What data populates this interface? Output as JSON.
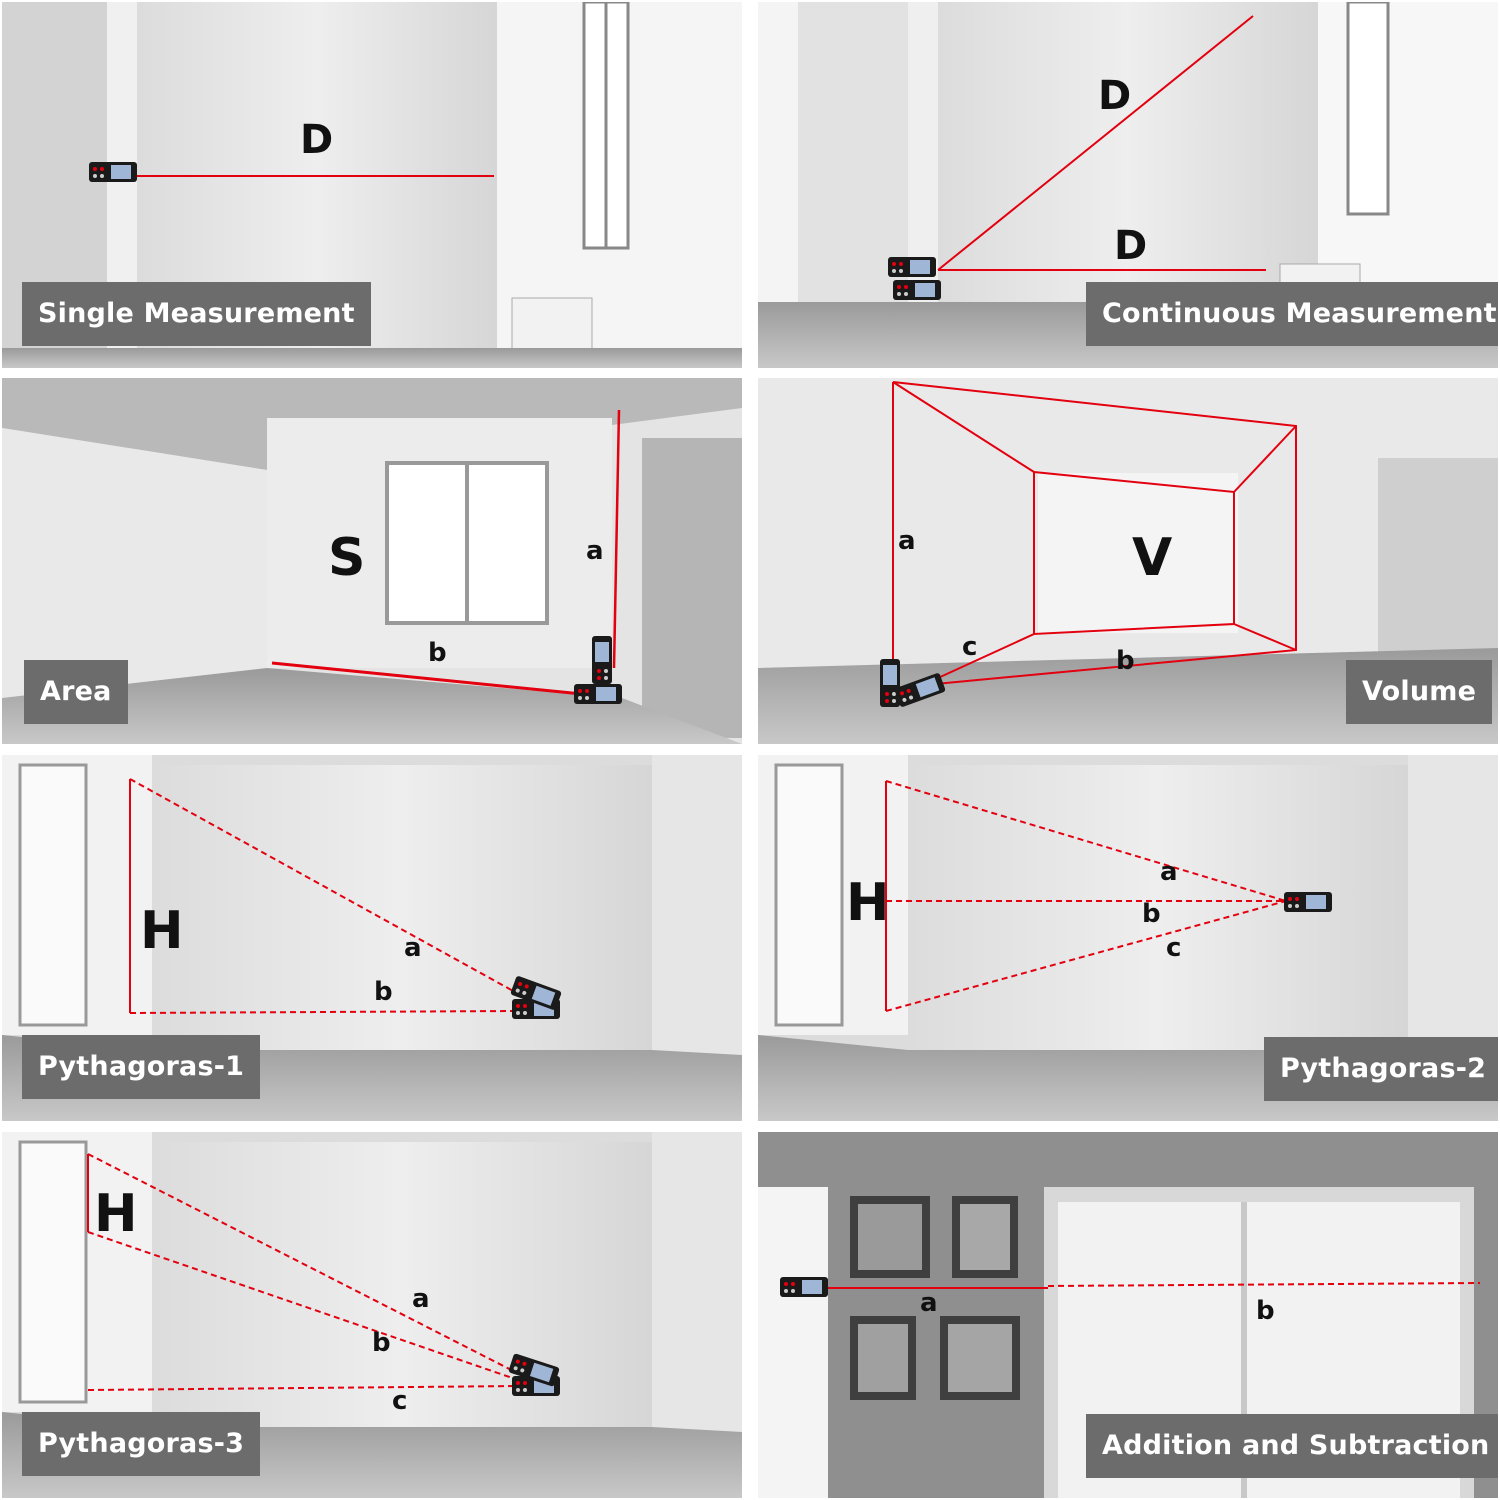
{
  "colors": {
    "laser": "#e3000f",
    "label_bg": "#6c6c6c",
    "label_text": "#ffffff"
  },
  "device_icon": "laser-distance-meter-icon",
  "panels": [
    {
      "label": "Single Measurement",
      "marks": [
        "D"
      ]
    },
    {
      "label": "Continuous Measurement",
      "marks": [
        "D",
        "D"
      ]
    },
    {
      "label": "Area",
      "marks": [
        "S",
        "a",
        "b"
      ]
    },
    {
      "label": "Volume",
      "marks": [
        "V",
        "a",
        "b",
        "c"
      ]
    },
    {
      "label": "Pythagoras-1",
      "marks": [
        "H",
        "a",
        "b"
      ]
    },
    {
      "label": "Pythagoras-2",
      "marks": [
        "H",
        "a",
        "b",
        "c"
      ]
    },
    {
      "label": "Pythagoras-3",
      "marks": [
        "H",
        "a",
        "b",
        "c"
      ]
    },
    {
      "label": "Addition and Subtraction",
      "marks": [
        "a",
        "b"
      ]
    }
  ]
}
